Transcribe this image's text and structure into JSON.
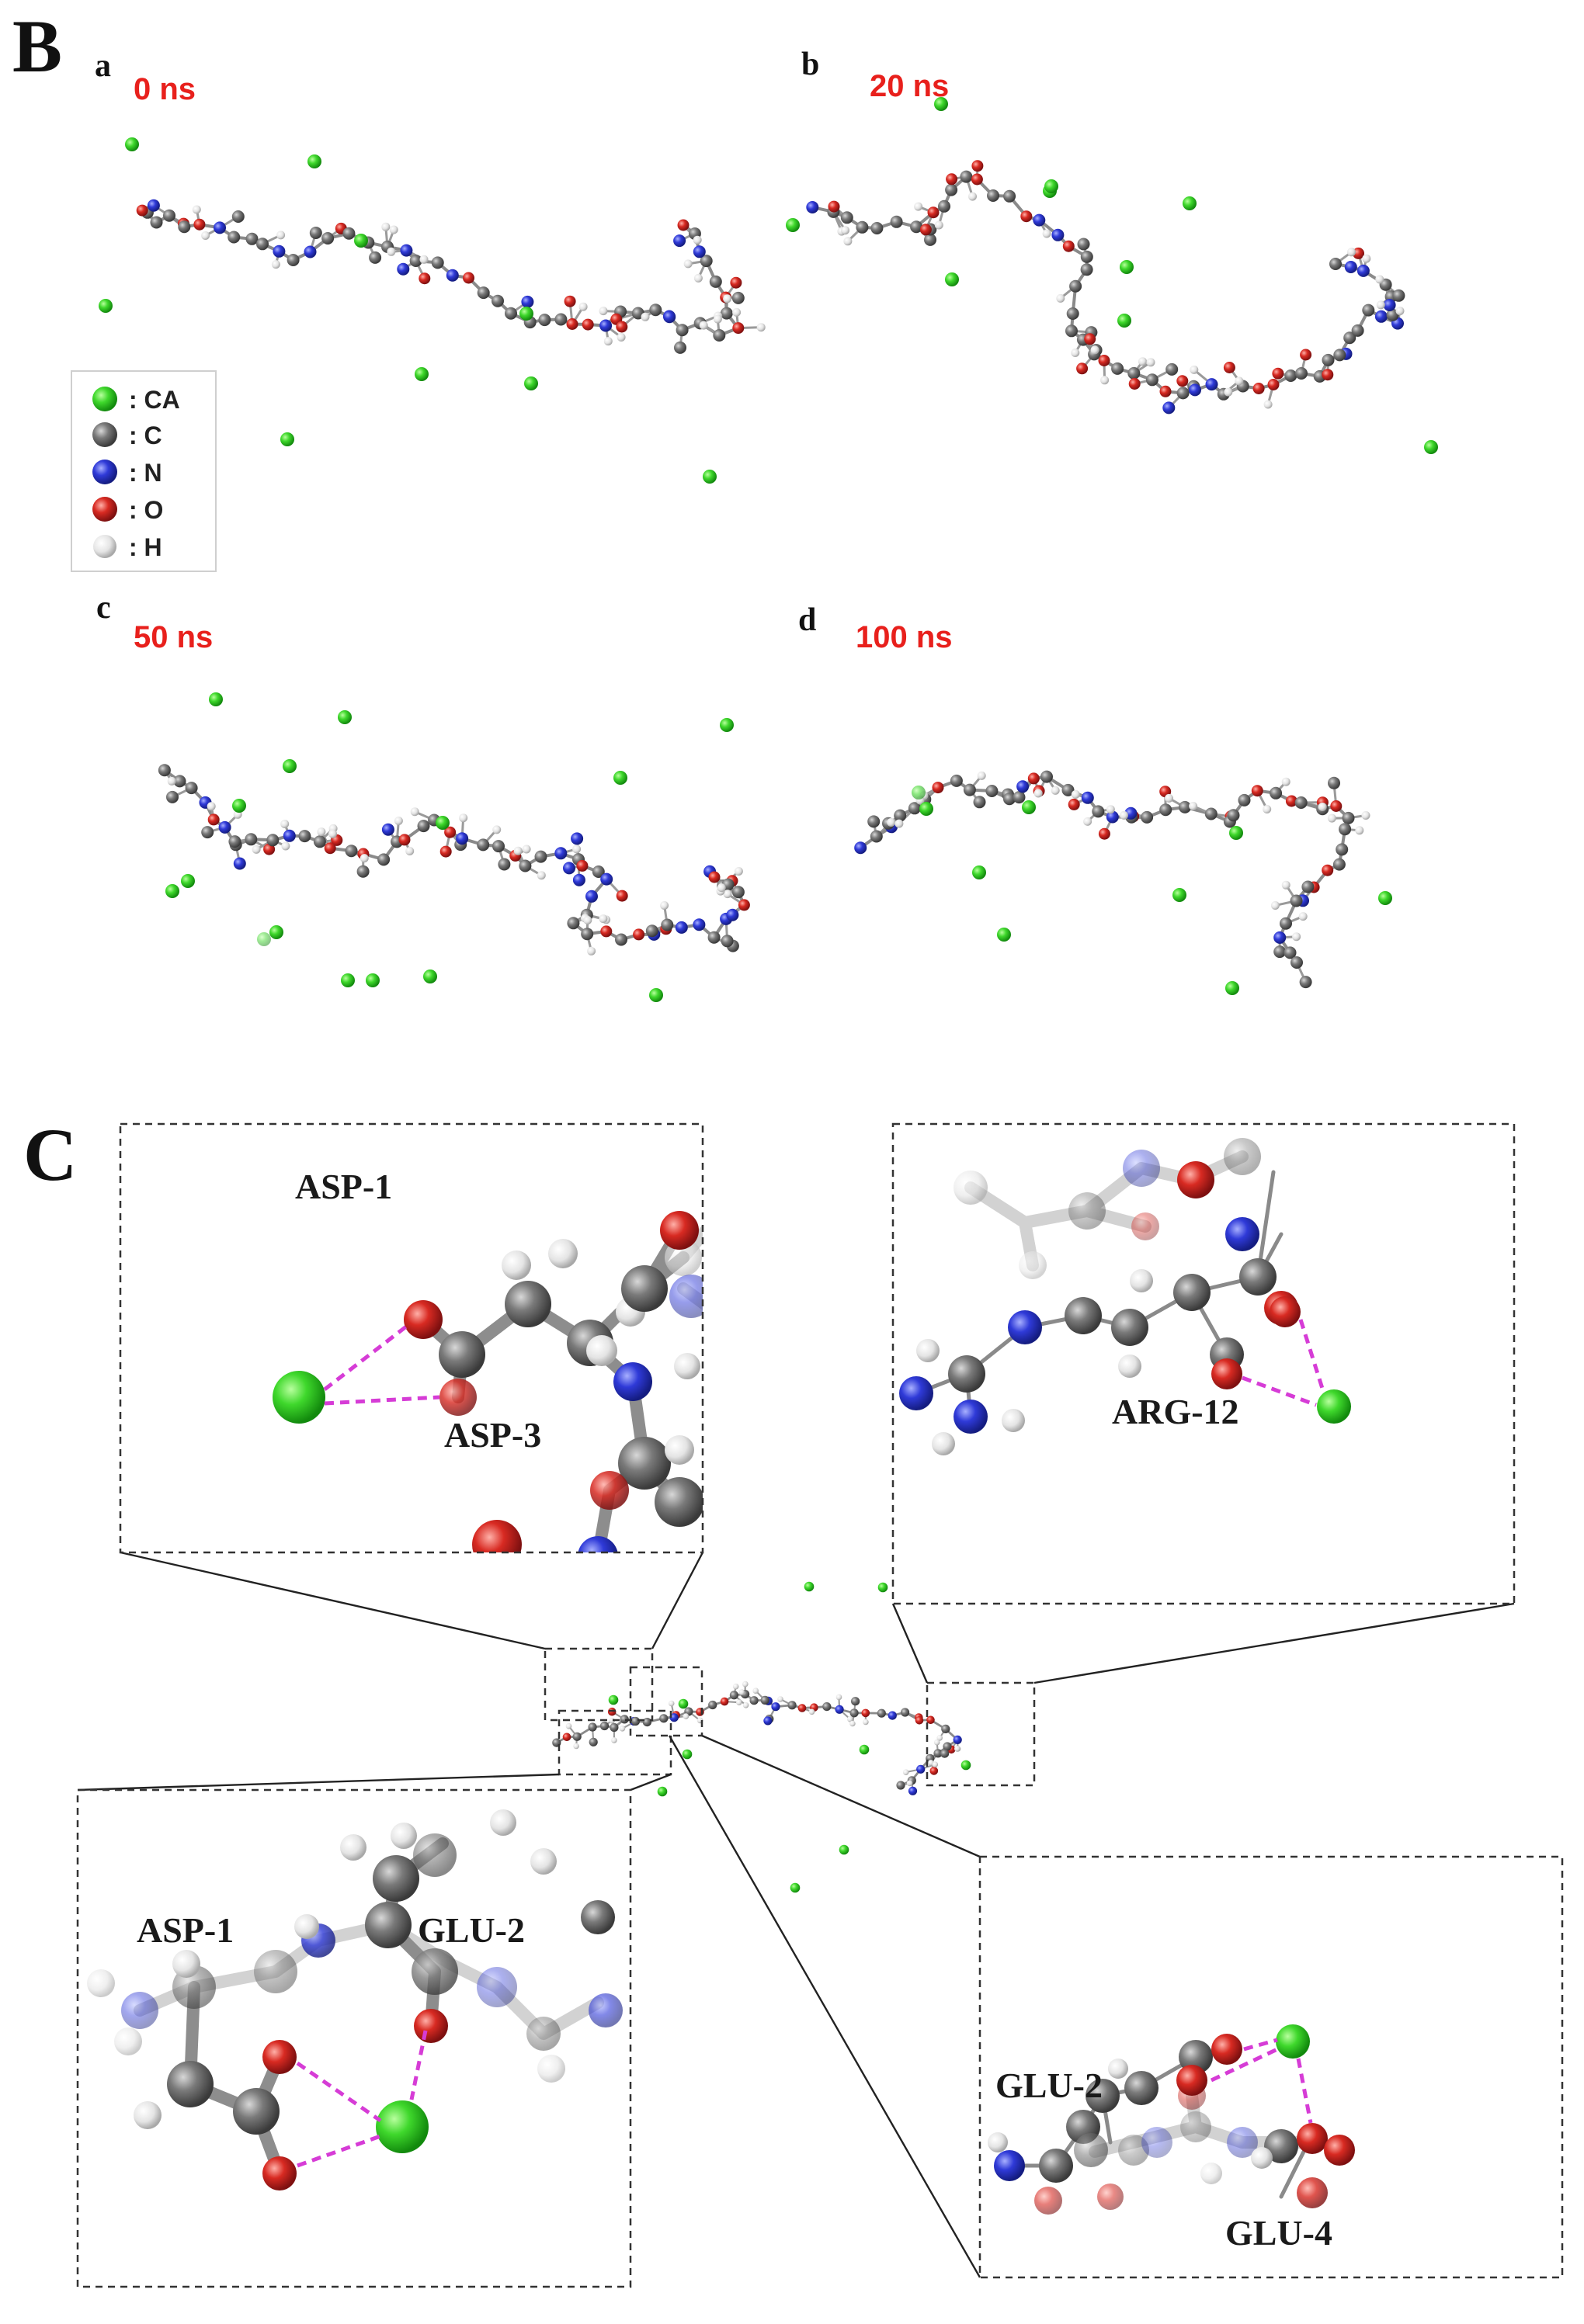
{
  "panel_b": {
    "label": "B",
    "subpanels": [
      {
        "letter": "a",
        "time": "0 ns"
      },
      {
        "letter": "b",
        "time": "20 ns"
      },
      {
        "letter": "c",
        "time": "50 ns"
      },
      {
        "letter": "d",
        "time": "100 ns"
      }
    ],
    "legend": [
      {
        "symbol": "CA",
        "text": ": CA",
        "color": "#22c91a"
      },
      {
        "symbol": "C",
        "text": ": C",
        "color": "#6e6e6e"
      },
      {
        "symbol": "N",
        "text": ": N",
        "color": "#2a35d8"
      },
      {
        "symbol": "O",
        "text": ": O",
        "color": "#d42222"
      },
      {
        "symbol": "H",
        "text": ": H",
        "color": "#e6e6e6"
      }
    ]
  },
  "panel_c": {
    "label": "C",
    "insets": [
      {
        "residues": [
          "ASP-1",
          "ASP-3"
        ]
      },
      {
        "residues": [
          "ARG-12"
        ]
      },
      {
        "residues": [
          "ASP-1",
          "GLU-2"
        ]
      },
      {
        "residues": [
          "GLU-2",
          "GLU-4"
        ]
      }
    ]
  },
  "colors": {
    "calcium": "#22c91a",
    "carbon": "#6e6e6e",
    "nitrogen": "#2a35d8",
    "oxygen": "#d42222",
    "hydrogen": "#e6e6e6",
    "time_label": "#e8201c",
    "interaction": "#d63cd6"
  }
}
